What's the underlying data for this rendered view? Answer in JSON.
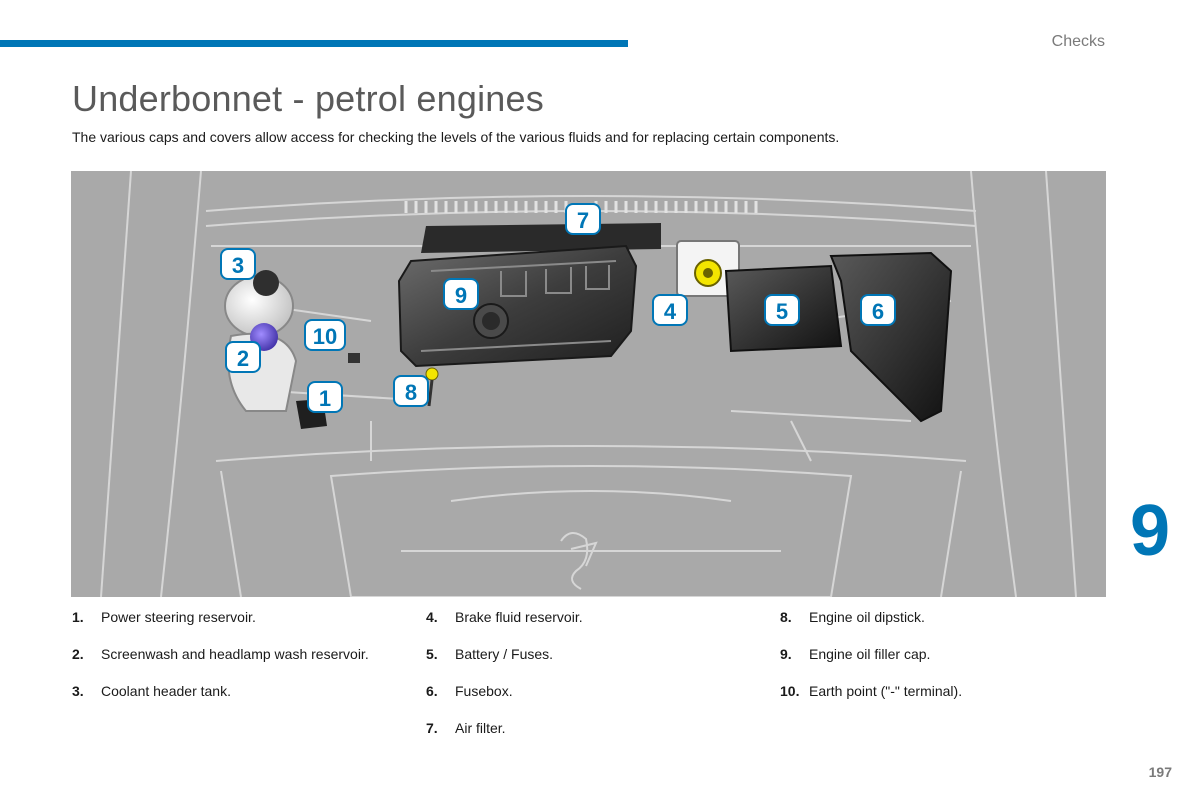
{
  "header": {
    "section_label": "Checks"
  },
  "title": "Underbonnet - petrol engines",
  "intro": "The various caps and covers allow access for checking the levels of the various fluids and for replacing certain components.",
  "chapter_number": "9",
  "page_number": "197",
  "callouts": [
    "1",
    "2",
    "3",
    "4",
    "5",
    "6",
    "7",
    "8",
    "9",
    "10"
  ],
  "legend": [
    {
      "num": "1.",
      "text": "Power steering reservoir."
    },
    {
      "num": "2.",
      "text": "Screenwash and headlamp wash reservoir."
    },
    {
      "num": "3.",
      "text": "Coolant header tank."
    },
    {
      "num": "4.",
      "text": "Brake fluid reservoir."
    },
    {
      "num": "5.",
      "text": "Battery / Fuses."
    },
    {
      "num": "6.",
      "text": "Fusebox."
    },
    {
      "num": "7.",
      "text": "Air filter."
    },
    {
      "num": "8.",
      "text": "Engine oil dipstick."
    },
    {
      "num": "9.",
      "text": "Engine oil filler cap."
    },
    {
      "num": "10.",
      "text": "Earth point (\"-\" terminal)."
    }
  ],
  "colors": {
    "accent": "#0076b6",
    "diagram_bg": "#a9a9a9"
  }
}
